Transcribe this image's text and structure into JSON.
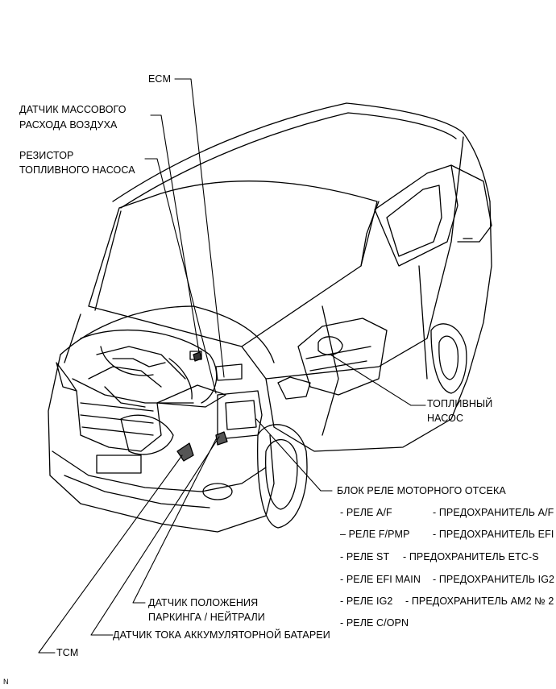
{
  "labels": {
    "ecm": "ECM",
    "maf_line1": "ДАТЧИК МАССОВОГО",
    "maf_line2": "РАСХОДА ВОЗДУХА",
    "fuel_resistor_line1": "РЕЗИСТОР",
    "fuel_resistor_line2": "ТОПЛИВНОГО НАСОСА",
    "fuel_pump_line1": "ТОПЛИВНЫЙ",
    "fuel_pump_line2": "НАСОС",
    "relay_block_title": "БЛОК РЕЛЕ МОТОРНОГО ОТСЕКА",
    "park_neutral_line1": "ДАТЧИК ПОЛОЖЕНИЯ",
    "park_neutral_line2": "ПАРКИНГА / НЕЙТРАЛИ",
    "battery_current_sensor": "ДАТЧИК ТОКА АККУМУЛЯТОРНОЙ БАТАРЕИ",
    "tcm": "TCM",
    "corner_mark": "N"
  },
  "relay_block_items": [
    {
      "left": "- РЕЛЕ A/F",
      "right": "- ПРЕДОХРАНИТЕЛЬ A/F"
    },
    {
      "left": "– РЕЛЕ F/PMP",
      "right": "- ПРЕДОХРАНИТЕЛЬ EFI"
    },
    {
      "left": "- РЕЛЕ ST",
      "right": "- ПРЕДОХРАНИТЕЛЬ ETC-S"
    },
    {
      "left": "- РЕЛЕ EFI MAIN",
      "right": "- ПРЕДОХРАНИТЕЛЬ IG2"
    },
    {
      "left": "- РЕЛЕ IG2",
      "right": "- ПРЕДОХРАНИТЕЛЬ AM2 № 2"
    },
    {
      "left": "- РЕЛЕ C/OPN",
      "right": ""
    }
  ]
}
